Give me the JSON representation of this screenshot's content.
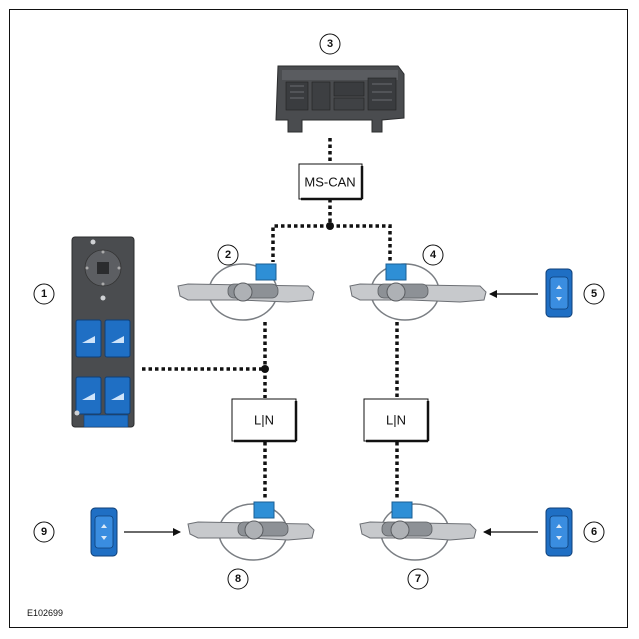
{
  "figure_id": "E102699",
  "callouts": {
    "c1": "1",
    "c2": "2",
    "c3": "3",
    "c4": "4",
    "c5": "5",
    "c6": "6",
    "c7": "7",
    "c8": "8",
    "c9": "9"
  },
  "boxes": {
    "ms_can": "MS-CAN",
    "lin_left": "L|N",
    "lin_right": "L|N"
  },
  "colors": {
    "switch_blue": "#1f6fc4",
    "motor_blue": "#2e8fd6",
    "module_gray": "#4a4c4f",
    "line": "#111111"
  }
}
